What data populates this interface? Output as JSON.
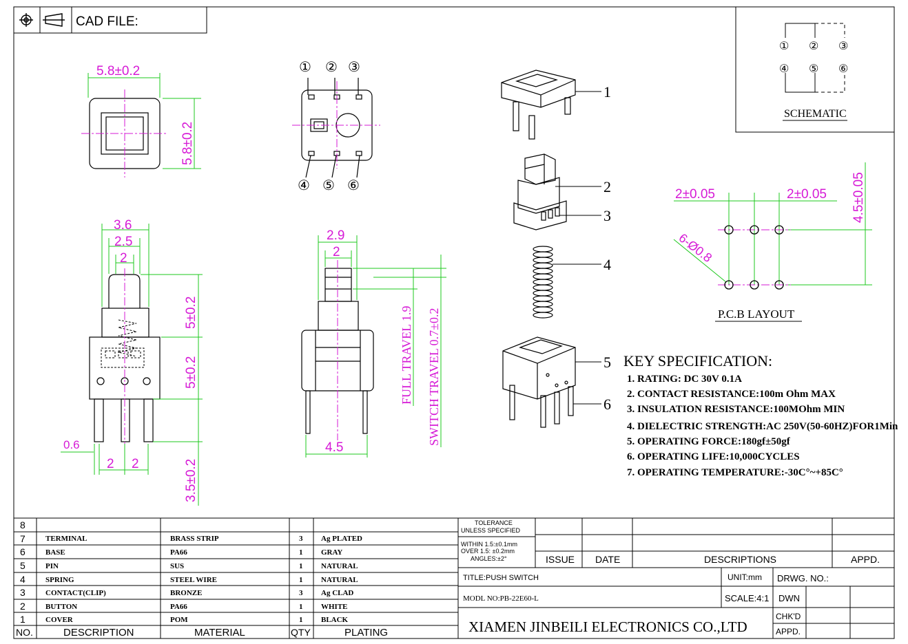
{
  "header": {
    "cad_label": "CAD FILE:"
  },
  "schematic": {
    "title": "SCHEMATIC",
    "pins_top": [
      "①",
      "②",
      "③"
    ],
    "pins_bottom": [
      "④",
      "⑤",
      "⑥"
    ]
  },
  "top_view": {
    "width": "5.8±0.2",
    "height": "5.8±0.2"
  },
  "pin_view": {
    "pins_top": [
      "①",
      "②",
      "③"
    ],
    "pins_bottom": [
      "④",
      "⑤",
      "⑥"
    ]
  },
  "side_view": {
    "d1": "3.6",
    "d2": "2.5",
    "d3": "2",
    "h1": "5±0.2",
    "h2": "5±0.2",
    "h3": "3.5±0.2",
    "pin_w": "0.6",
    "pitch1": "2",
    "pitch2": "2"
  },
  "front_view": {
    "d1": "2.9",
    "d2": "2",
    "pin_span": "4.5",
    "full_travel": "FULL TRAVEL 1.9",
    "switch_travel": "SWITCH TRAVEL 0.7±0.2"
  },
  "explode": {
    "labels": [
      "1",
      "2",
      "3",
      "4",
      "5",
      "6"
    ]
  },
  "pcb": {
    "title": "P.C.B LAYOUT",
    "pitch_left": "2±0.05",
    "pitch_right": "2±0.05",
    "height": "4.5±0.05",
    "holes": "6-Ø0.8"
  },
  "spec": {
    "title": "KEY SPECIFICATION:",
    "items": [
      "1. RATING: DC 30V  0.1A",
      "2. CONTACT RESISTANCE:100m Ohm MAX",
      "3. INSULATION RESISTANCE:100MOhm MIN",
      "4. DIELECTRIC STRENGTH:AC 250V(50-60HZ)FOR1Min",
      "5. OPERATING FORCE:180gf±50gf",
      "6. OPERATING LIFE:10,000CYCLES",
      "7. OPERATING TEMPERATURE:-30C°~+85C°"
    ]
  },
  "bom": {
    "headers": [
      "NO.",
      "DESCRIPTION",
      "MATERIAL",
      "QTY",
      "PLATING"
    ],
    "rows": [
      [
        "8",
        "",
        "",
        "",
        ""
      ],
      [
        "7",
        "TERMINAL",
        "BRASS STRIP",
        "3",
        "Ag PLATED"
      ],
      [
        "6",
        "BASE",
        "PA66",
        "1",
        "GRAY"
      ],
      [
        "5",
        "PIN",
        "SUS",
        "1",
        "NATURAL"
      ],
      [
        "4",
        "SPRING",
        "STEEL WIRE",
        "1",
        "NATURAL"
      ],
      [
        "3",
        "CONTACT(CLIP)",
        "BRONZE",
        "3",
        "Ag CLAD"
      ],
      [
        "2",
        "BUTTON",
        "PA66",
        "1",
        "WHITE"
      ],
      [
        "1",
        "COVER",
        "POM",
        "1",
        "BLACK"
      ]
    ]
  },
  "title_block": {
    "tolerance1": "TOLERANCE",
    "tolerance2": "UNLESS SPECIFIED",
    "within": "WITHIN 1.5:±0.1mm",
    "over": "OVER 1.5: ±0.2mm",
    "angles": "ANGLES:±2°",
    "issue": "ISSUE",
    "date": "DATE",
    "descriptions": "DESCRIPTIONS",
    "appd": "APPD.",
    "title": "TITLE:PUSH SWITCH",
    "unit": "UNIT:mm",
    "drwg": "DRWG. NO.:",
    "model": "MODL NO:PB-22E60-L",
    "scale": "SCALE:4:1",
    "dwn": "DWN",
    "chkd": "CHK'D",
    "appd2": "APPD.",
    "company": "XIAMEN JINBEILI ELECTRONICS CO.,LTD"
  },
  "colors": {
    "dim": "#d61ad6",
    "guide": "#1ec81e",
    "line": "#000000"
  }
}
